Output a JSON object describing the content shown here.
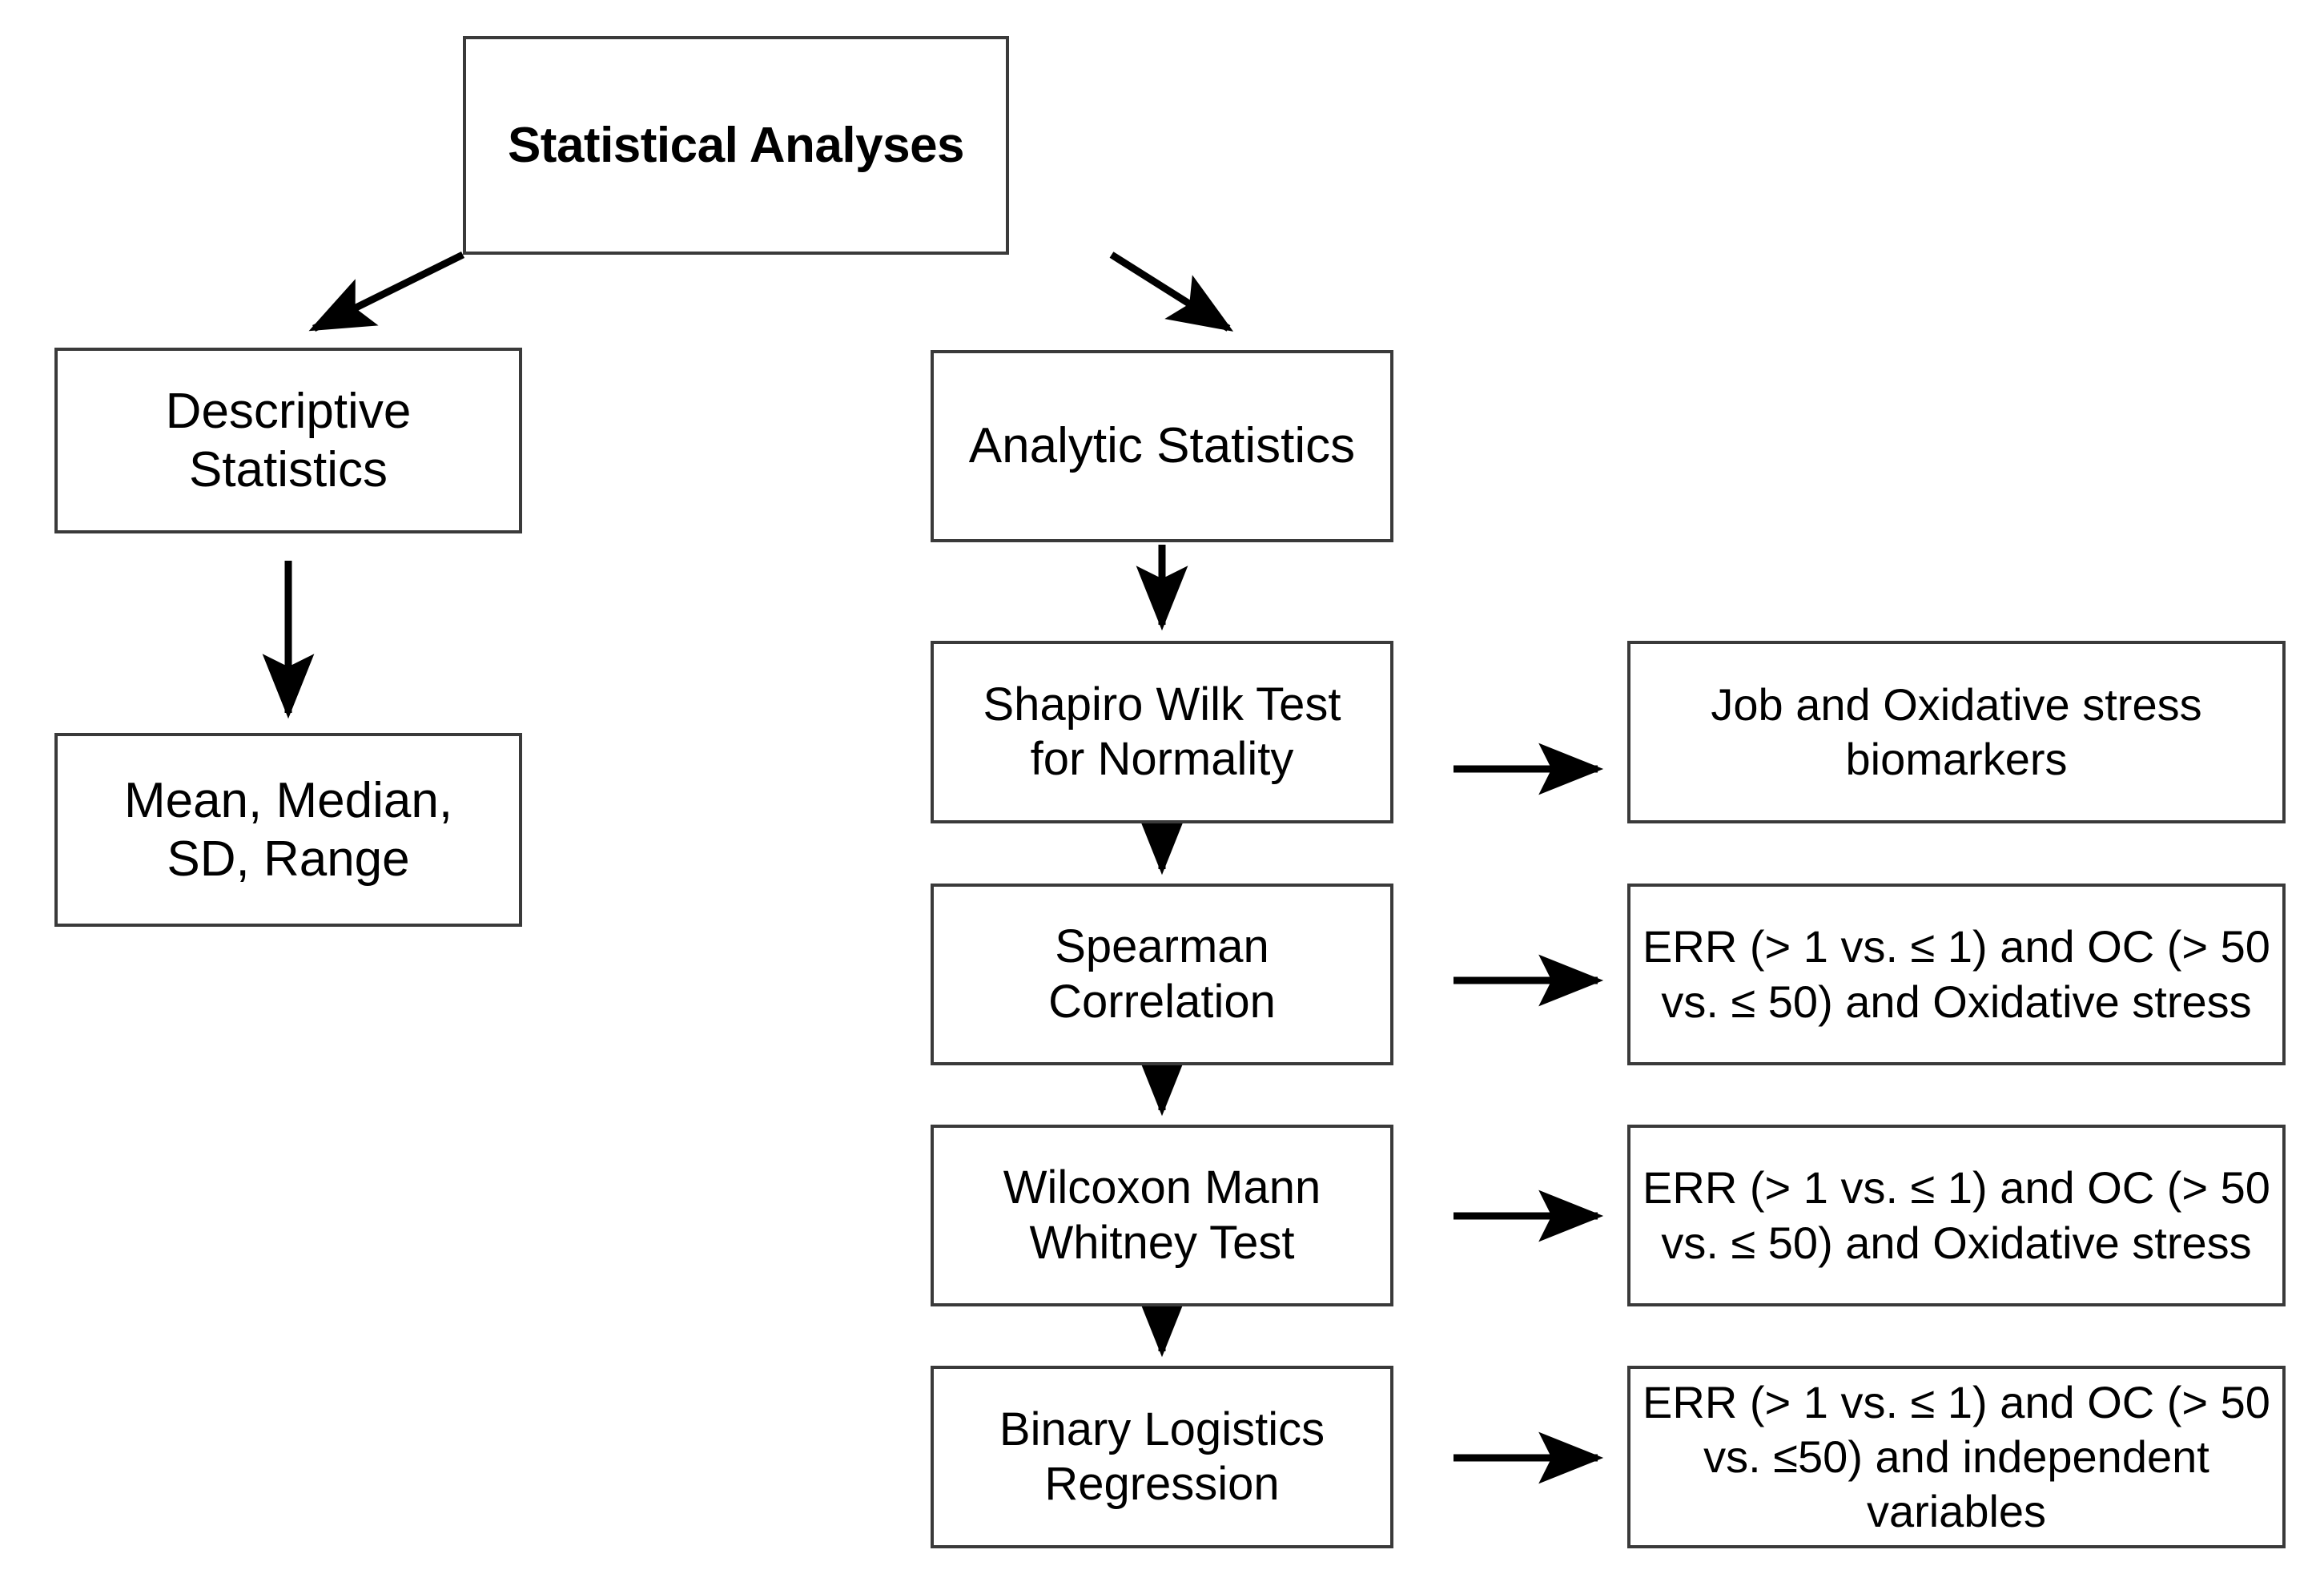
{
  "diagram": {
    "title": "Statistical Analyses",
    "root": {
      "label": "Statistical Analyses"
    },
    "branches": {
      "left": {
        "name": "Descriptive Statistics",
        "nodes": [
          {
            "id": "descriptive",
            "label": "Descriptive\nStatistics"
          },
          {
            "id": "mean",
            "label": "Mean, Median,\nSD, Range"
          }
        ]
      },
      "right": {
        "name": "Analytic Statistics",
        "nodes": [
          {
            "id": "analytic",
            "label": "Analytic Statistics"
          },
          {
            "id": "shapiro",
            "label": "Shapiro Wilk Test\nfor Normality"
          },
          {
            "id": "spearman",
            "label": "Spearman\nCorrelation"
          },
          {
            "id": "wilcoxon",
            "label": "Wilcoxon Mann\nWhitney Test"
          },
          {
            "id": "binary",
            "label": "Binary Logistics\nRegression"
          }
        ],
        "variables": [
          {
            "id": "r1",
            "for": "shapiro",
            "label": "Job and Oxidative stress\nbiomarkers"
          },
          {
            "id": "r2",
            "for": "spearman",
            "label": "ERR (> 1 vs. ≤ 1) and OC (> 50 vs. ≤ 50) and Oxidative stress"
          },
          {
            "id": "r3",
            "for": "wilcoxon",
            "label": "ERR (> 1 vs. ≤ 1) and OC (> 50 vs. ≤ 50) and Oxidative stress"
          },
          {
            "id": "r4",
            "for": "binary",
            "label": "ERR (> 1 vs. ≤ 1) and OC (> 50 vs. ≤50) and independent variables"
          }
        ]
      }
    },
    "connectors": [
      {
        "from": "root",
        "to": "descriptive",
        "type": "diagonal-arrow"
      },
      {
        "from": "root",
        "to": "analytic",
        "type": "diagonal-arrow"
      },
      {
        "from": "descriptive",
        "to": "mean",
        "type": "vertical-arrow"
      },
      {
        "from": "analytic",
        "to": "shapiro",
        "type": "vertical-arrow"
      },
      {
        "from": "shapiro",
        "to": "spearman",
        "type": "vertical-arrow"
      },
      {
        "from": "spearman",
        "to": "wilcoxon",
        "type": "vertical-arrow"
      },
      {
        "from": "wilcoxon",
        "to": "binary",
        "type": "vertical-arrow"
      },
      {
        "from": "shapiro",
        "to": "r1",
        "type": "horizontal-arrow"
      },
      {
        "from": "spearman",
        "to": "r2",
        "type": "horizontal-arrow"
      },
      {
        "from": "wilcoxon",
        "to": "r3",
        "type": "horizontal-arrow"
      },
      {
        "from": "binary",
        "to": "r4",
        "type": "horizontal-arrow"
      }
    ],
    "colors": {
      "background": "#ffffff",
      "box_border": "#3a3a3a",
      "text": "#000000",
      "arrow": "#000000"
    }
  }
}
